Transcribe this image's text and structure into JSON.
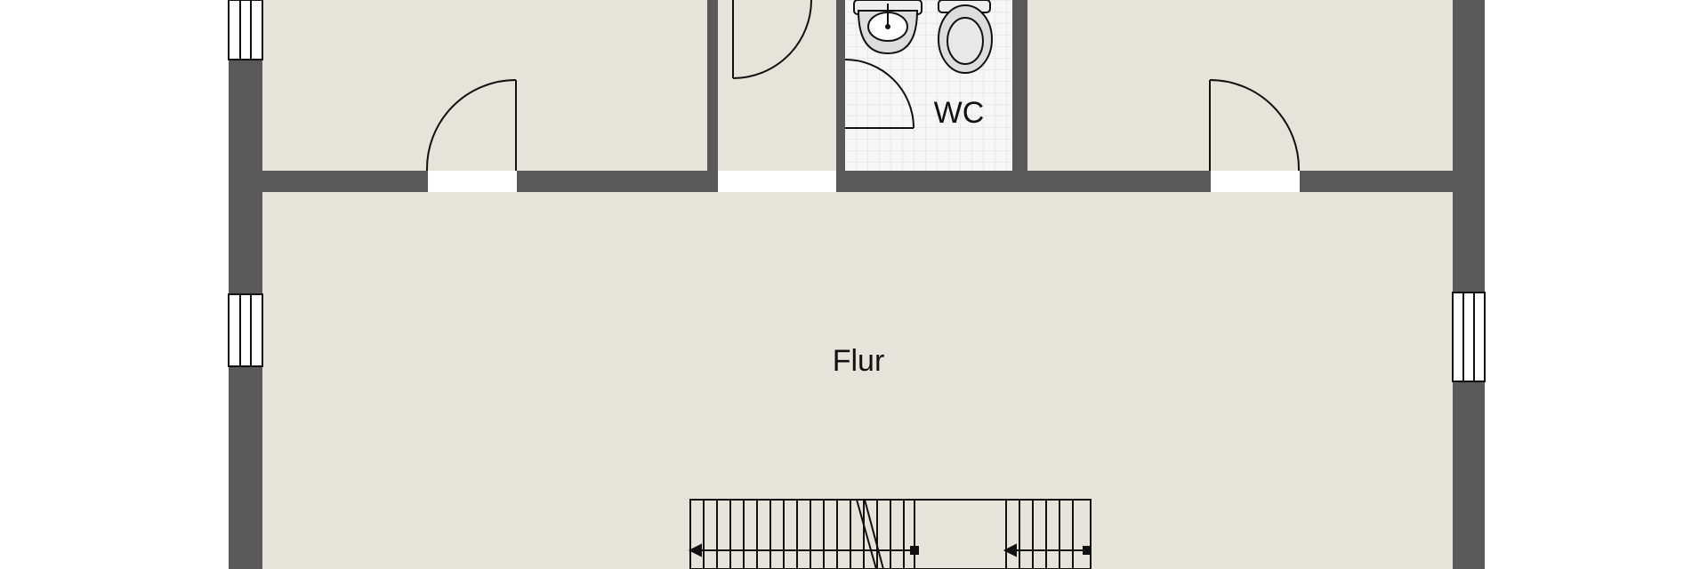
{
  "floor_plan": {
    "rooms": [
      {
        "id": "wc",
        "label": "WC"
      },
      {
        "id": "flur",
        "label": "Flur"
      }
    ],
    "colors": {
      "background": "#ffffff",
      "floor": "#e6e3da",
      "wall": "#595959",
      "tile": "#f6f6f6",
      "tile_line": "#dcdcdc",
      "line": "#111111",
      "window_fill": "#ffffff"
    },
    "icons": [
      "sink-icon",
      "toilet-icon",
      "door-swing-icon",
      "window-icon",
      "staircase-icon",
      "direction-arrow-icon"
    ]
  }
}
